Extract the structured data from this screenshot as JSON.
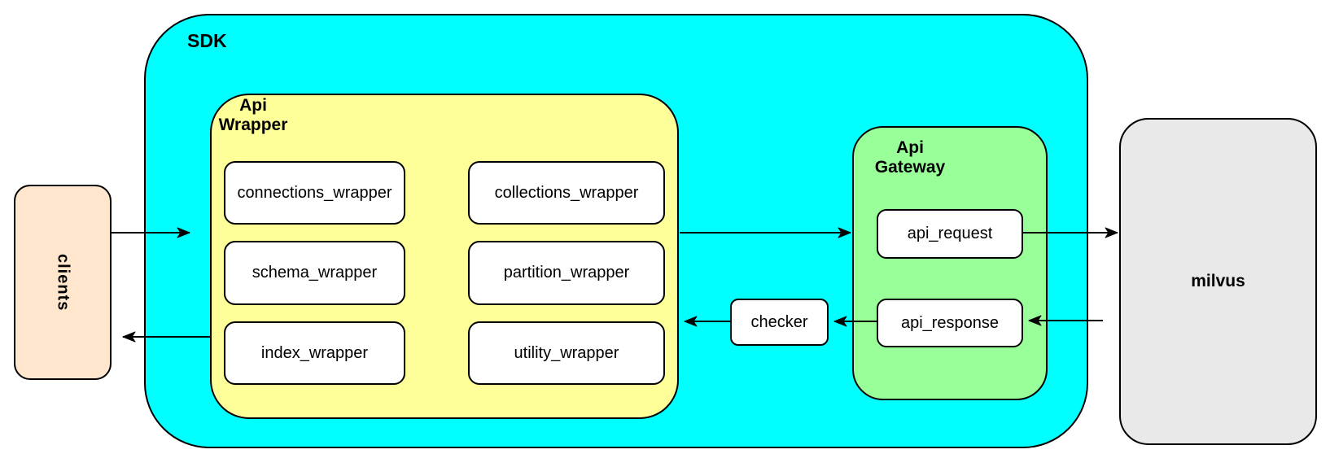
{
  "colors": {
    "sdk_fill": "#00FFFF",
    "api_wrapper_fill": "#FFFF99",
    "api_gateway_fill": "#99FF99",
    "clients_fill": "#FFE6CC",
    "milvus_fill": "#E9E9E9",
    "node_fill": "#FFFFFF",
    "border": "#000000"
  },
  "nodes": {
    "clients": "clients",
    "sdk": "SDK",
    "api_wrapper": "Api\nWrapper",
    "wrappers": [
      "connections_wrapper",
      "collections_wrapper",
      "schema_wrapper",
      "partition_wrapper",
      "index_wrapper",
      "utility_wrapper"
    ],
    "checker": "checker",
    "api_gateway": "Api\nGateway",
    "api_request": "api_request",
    "api_response": "api_response",
    "milvus": "milvus"
  }
}
